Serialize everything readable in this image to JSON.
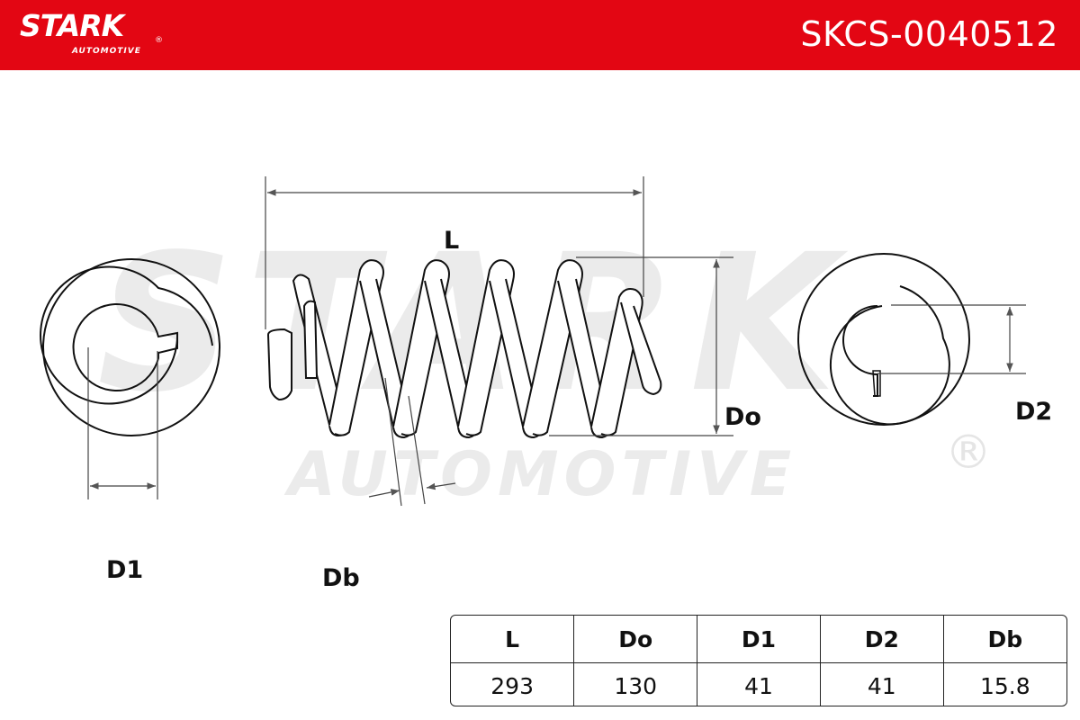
{
  "header": {
    "logo_text": "STARK",
    "logo_subtext": "AUTOMOTIVE",
    "logo_mark": "®",
    "part_number": "SKCS-0040512",
    "bg_color": "#e30613"
  },
  "watermark": {
    "main": "STARK",
    "sub": "AUTOMOTIVE",
    "mark": "®"
  },
  "diagram": {
    "labels": {
      "L": "L",
      "Do": "Do",
      "D1": "D1",
      "D2": "D2",
      "Db": "Db"
    }
  },
  "table": {
    "headers": [
      "L",
      "Do",
      "D1",
      "D2",
      "Db"
    ],
    "values": [
      "293",
      "130",
      "41",
      "41",
      "15.8"
    ]
  }
}
